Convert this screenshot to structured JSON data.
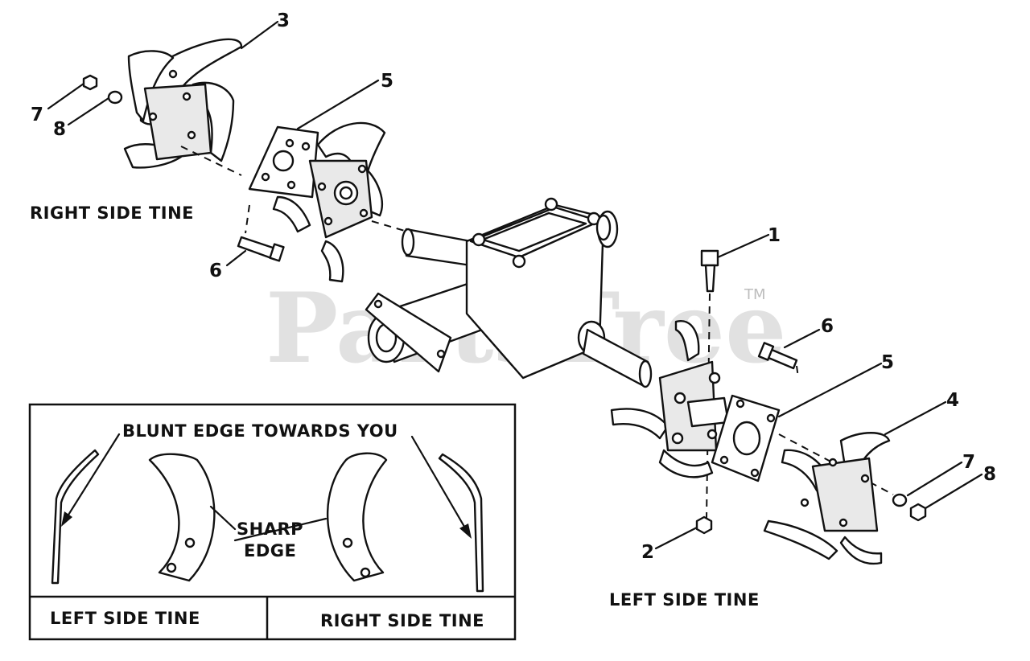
{
  "watermark": {
    "text": "PartsTree",
    "trademark": "TM"
  },
  "captions": {
    "right_side_tine": "RIGHT SIDE TINE",
    "left_side_tine": "LEFT SIDE TINE"
  },
  "callouts": {
    "c1": "1",
    "c2": "2",
    "c3": "3",
    "c4": "4",
    "c5_top": "5",
    "c5_right": "5",
    "c6_left": "6",
    "c6_right": "6",
    "c7_left": "7",
    "c7_right": "7",
    "c8_left": "8",
    "c8_right": "8"
  },
  "inset": {
    "blunt_edge": "BLUNT EDGE TOWARDS YOU",
    "sharp": "SHARP",
    "edge": "EDGE",
    "left_label": "LEFT SIDE TINE",
    "right_label": "RIGHT SIDE TINE"
  }
}
